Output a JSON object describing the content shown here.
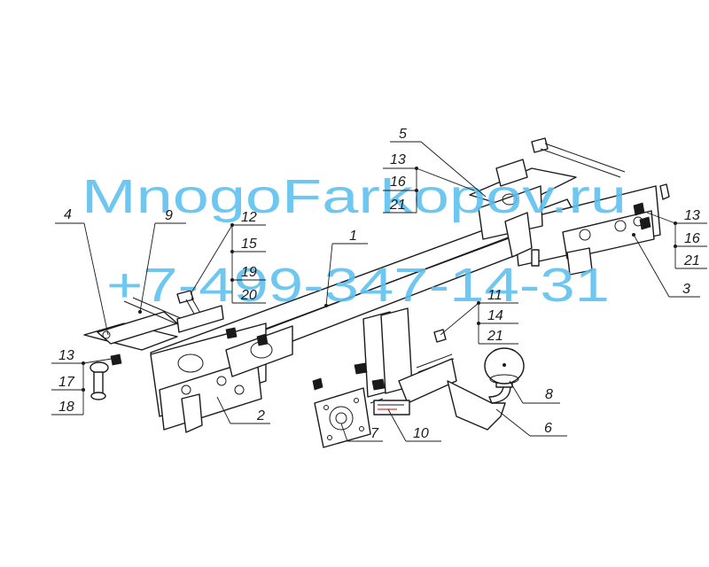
{
  "watermark": {
    "site": "MnogoFarkopov.ru",
    "phone": "+7-499-347-14-31",
    "color": "#5bc0ef"
  },
  "callouts": {
    "c1": "1",
    "c2": "2",
    "c3": "3",
    "c4": "4",
    "c5": "5",
    "c6": "6",
    "c7": "7",
    "c8": "8",
    "c9": "9",
    "c10": "10",
    "c11": "11",
    "c12": "12",
    "c13a": "13",
    "c13b": "13",
    "c13c": "13",
    "c14": "14",
    "c15": "15",
    "c16a": "16",
    "c16b": "16",
    "c17": "17",
    "c18": "18",
    "c19": "19",
    "c20": "20",
    "c21a": "21",
    "c21b": "21",
    "c21c": "21"
  },
  "line_color": "#1a1a1a"
}
